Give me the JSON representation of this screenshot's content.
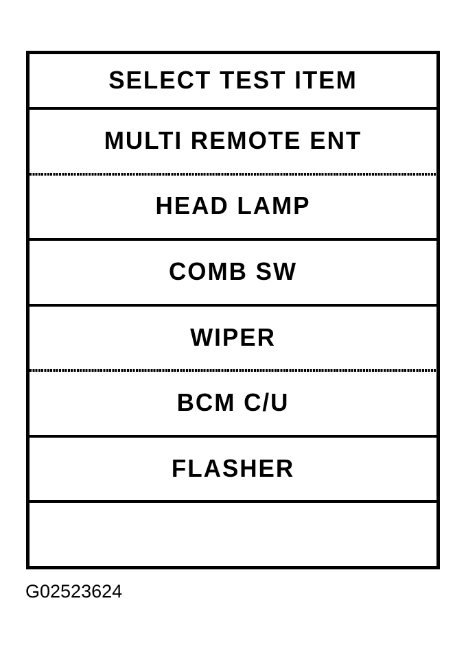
{
  "figure": {
    "caption": "G02523624"
  },
  "menu": {
    "rows": [
      {
        "label": "SELECT TEST ITEM",
        "role": "header",
        "divider_below": "solid"
      },
      {
        "label": "MULTI REMOTE ENT",
        "role": "item",
        "divider_below": "dotted"
      },
      {
        "label": "HEAD LAMP",
        "role": "item",
        "divider_below": "solid"
      },
      {
        "label": "COMB SW",
        "role": "item",
        "divider_below": "solid"
      },
      {
        "label": "WIPER",
        "role": "item",
        "divider_below": "dotted"
      },
      {
        "label": "BCM C/U",
        "role": "item",
        "divider_below": "solid"
      },
      {
        "label": "FLASHER",
        "role": "item",
        "divider_below": "solid"
      },
      {
        "label": "",
        "role": "empty",
        "divider_below": "none"
      }
    ]
  },
  "colors": {
    "line": "#000000",
    "background": "#ffffff",
    "text": "#000000"
  }
}
